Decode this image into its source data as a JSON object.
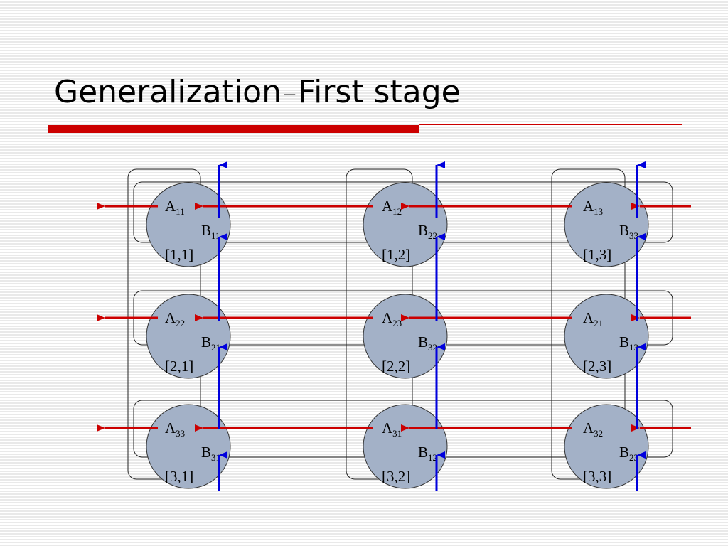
{
  "title": {
    "main": "Generalization",
    "dash": "–",
    "rest": "First stage"
  },
  "colors": {
    "accent": "#cc0000",
    "circle_fill": "#a3b1c7",
    "a_arrow": "#cc0000",
    "b_arrow": "#0000dd"
  },
  "grid": [
    [
      {
        "a": "A",
        "a_sub": "11",
        "b": "B",
        "b_sub": "11",
        "label": "[1,1]"
      },
      {
        "a": "A",
        "a_sub": "12",
        "b": "B",
        "b_sub": "22",
        "label": "[1,2]"
      },
      {
        "a": "A",
        "a_sub": "13",
        "b": "B",
        "b_sub": "33",
        "label": "[1,3]"
      }
    ],
    [
      {
        "a": "A",
        "a_sub": "22",
        "b": "B",
        "b_sub": "21",
        "label": "[2,1]"
      },
      {
        "a": "A",
        "a_sub": "23",
        "b": "B",
        "b_sub": "32",
        "label": "[2,2]"
      },
      {
        "a": "A",
        "a_sub": "21",
        "b": "B",
        "b_sub": "13",
        "label": "[2,3]"
      }
    ],
    [
      {
        "a": "A",
        "a_sub": "33",
        "b": "B",
        "b_sub": "31",
        "label": "[3,1]"
      },
      {
        "a": "A",
        "a_sub": "31",
        "b": "B",
        "b_sub": "12",
        "label": "[3,2]"
      },
      {
        "a": "A",
        "a_sub": "32",
        "b": "B",
        "b_sub": "23",
        "label": "[3,3]"
      }
    ]
  ]
}
